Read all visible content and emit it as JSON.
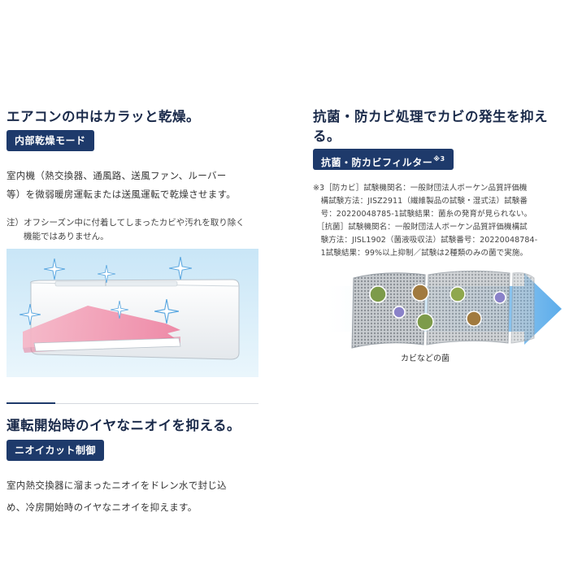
{
  "left": {
    "section1": {
      "heading": "エアコンの中はカラッと乾燥。",
      "tag": "内部乾燥モード",
      "body_lines": [
        "室内機（熱交換器、通風路、送風ファン、ルーバー",
        "等）を微弱暖房運転または送風運転で乾燥させます。"
      ],
      "note_lines": [
        "注）オフシーズン中に付着してしまったカビや汚れを取り除く",
        "　　機能ではありません。"
      ]
    },
    "section2": {
      "heading": "運転開始時のイヤなニオイを抑える。",
      "tag": "ニオイカット制御",
      "body_lines": [
        "室内熱交換器に溜まったニオイをドレン水で封じ込",
        "め、冷房開始時のイヤなニオイを抑えます。"
      ]
    }
  },
  "right": {
    "heading_lines": [
      "抗菌・防カビ処理でカビの発生を抑え",
      "る。"
    ],
    "tag": "抗菌・防カビフィルター",
    "tag_sup": "※3",
    "footnote_lines": [
      "※3［防カビ］試験機関名：一般財団法人ボーケン品質評価機",
      "　構試験方法：JISZ2911（繊維製品の試験・湿式法）試験番",
      "　号：20220048785-1試験結果：菌糸の発育が見られない。",
      "　［抗菌］試験機関名：一般財団法人ボーケン品質評価機構試",
      "　験方法：JISL1902（菌液吸収法）試験番号：20220048784-",
      "　1試験結果：99%以上抑制／試験は2種類のみの菌で実施。"
    ],
    "filter_caption": "カビなどの菌"
  },
  "colors": {
    "navy": "#1e3a6b",
    "heading": "#1a2a4a",
    "sky": "#d6ecf8",
    "arrow_blue": "#4aa3e8",
    "airflow_pink": "#f08ea8"
  }
}
